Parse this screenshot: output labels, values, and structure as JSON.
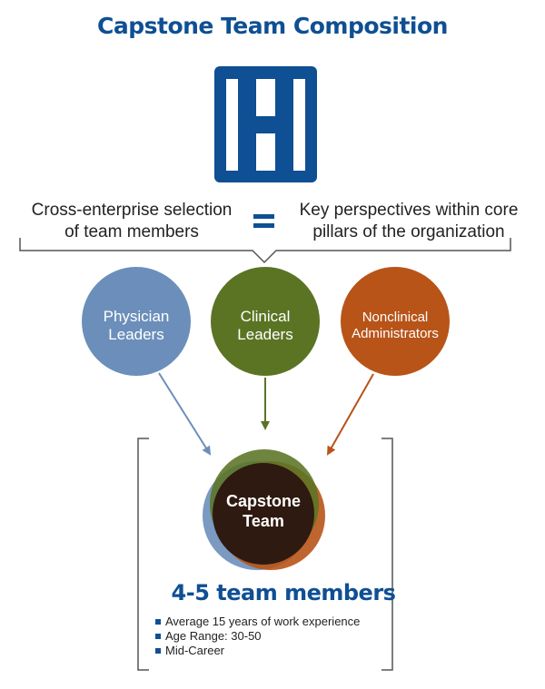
{
  "title": "Capstone Team Composition",
  "header": {
    "left_text": [
      "Cross-enterprise selection",
      "of team members"
    ],
    "equals": "=",
    "right_text": [
      "Key perspectives within core",
      "pillars of the organization"
    ]
  },
  "groups": [
    {
      "lines": [
        "Physician",
        "Leaders"
      ],
      "color": "#6b8fba"
    },
    {
      "lines": [
        "Clinical",
        "Leaders"
      ],
      "color": "#5b7424"
    },
    {
      "lines": [
        "Nonclinical",
        "Administrators"
      ],
      "color": "#b85418"
    }
  ],
  "team": {
    "lines": [
      "Capstone",
      "Team"
    ],
    "center_color": "#2e1a10"
  },
  "summary": {
    "headline": "4-5 team members",
    "bullets": [
      "Average 15 years of work experience",
      "Age Range: 30-50",
      "Mid-Career"
    ]
  },
  "icon": "hospital-sign-icon",
  "colors": {
    "brand_blue": "#0f4f93"
  }
}
